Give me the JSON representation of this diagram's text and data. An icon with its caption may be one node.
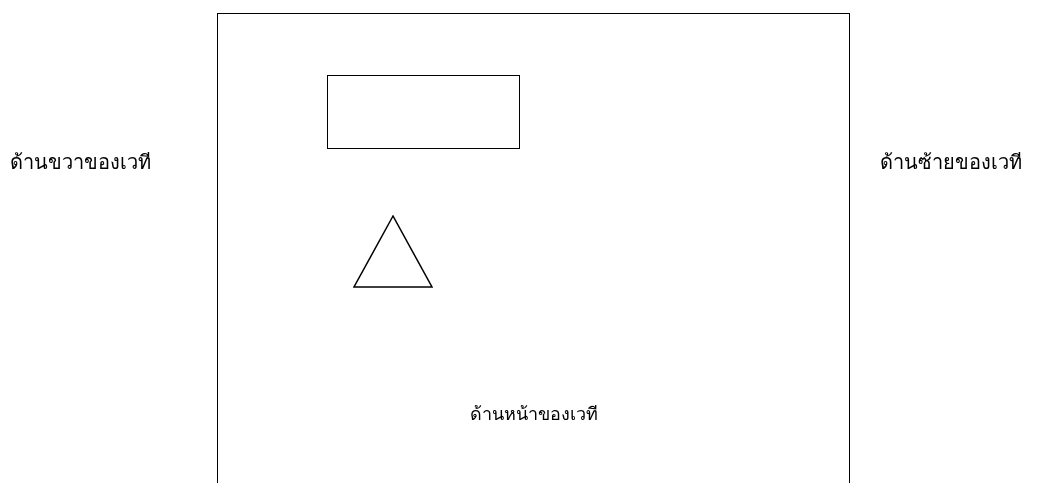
{
  "diagram": {
    "nodes": [
      {
        "text": [
          "ด้านหน้าของเวที"
        ]
      },
      {
        "text": [],
        "shape": "box",
        "in": 0
      },
      {
        "text": [],
        "shape": "triangle",
        "in": 0
      }
    ],
    "labels": [
      "ด้านขวาของเวที",
      "ด้านซ้ายของเวที"
    ]
  }
}
